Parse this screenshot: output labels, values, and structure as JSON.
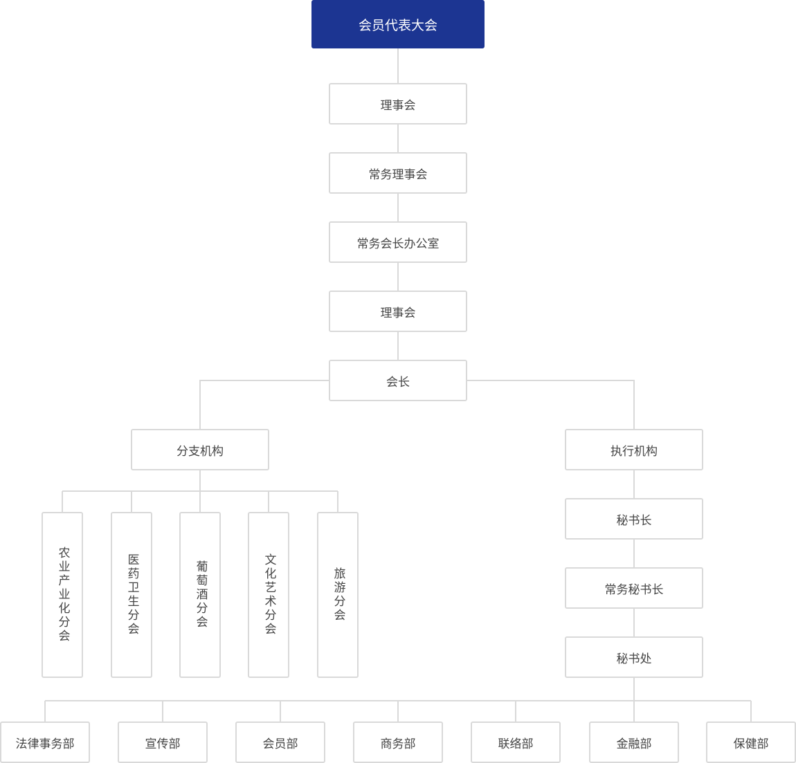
{
  "colors": {
    "top_fill": "#1c3592",
    "top_text": "#ffffff",
    "border": "#d9d9d9",
    "line": "#d9d9d9",
    "text": "#444444"
  },
  "chain": [
    "会员代表大会",
    "理事会",
    "常务理事会",
    "常务会长办公室",
    "理事会",
    "会长"
  ],
  "branches": {
    "left": {
      "label": "分支机构",
      "children": [
        "农业产业化分会",
        "医药卫生分会",
        "葡萄酒分会",
        "文化艺术分会",
        "旅游分会"
      ]
    },
    "right": {
      "label": "执行机构",
      "chain": [
        "秘书长",
        "常务秘书长",
        "秘书处"
      ]
    }
  },
  "departments": [
    "法律事务部",
    "宣传部",
    "会员部",
    "商务部",
    "联络部",
    "金融部",
    "保健部"
  ]
}
